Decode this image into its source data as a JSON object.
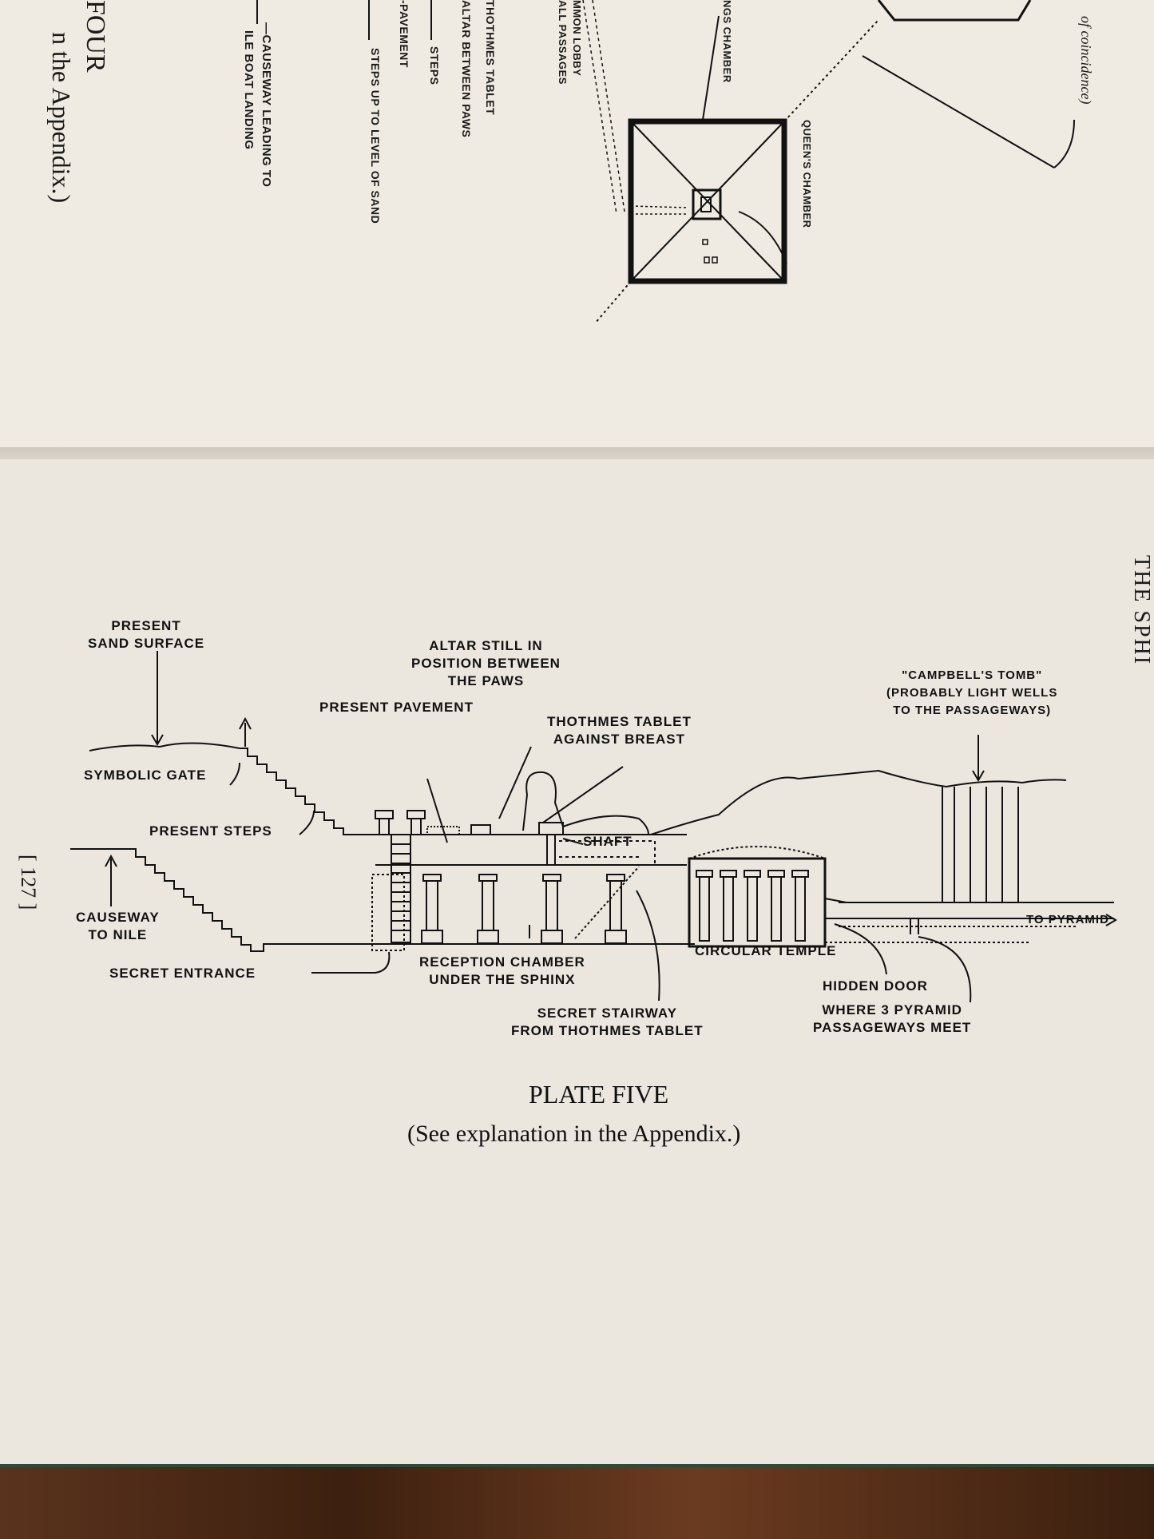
{
  "top_page": {
    "heading": "FOUR",
    "appendix_ref": "n the Appendix.)",
    "legend": [
      "—CAUSEWAY LEADING TO",
      "ILE BOAT LANDING",
      "STEPS UP TO LEVEL OF SAND",
      "-PAVEMENT",
      "STEPS",
      "ALTAR BETWEEN PAWS",
      "THOTHMES TABLET",
      "MMON LOBBY",
      "ALL PASSAGES",
      "NGS CHAMBER",
      "QUEEN'S CHAMBER",
      "of coincidence)"
    ]
  },
  "plate": {
    "title": "PLATE FIVE",
    "subtitle": "(See explanation in the Appendix.)",
    "page_number": "[ 127 ]",
    "running_head": "THE SPHI",
    "labels": {
      "present_sand_surface_1": "PRESENT",
      "present_sand_surface_2": "SAND SURFACE",
      "altar_1": "ALTAR STILL IN",
      "altar_2": "POSITION BETWEEN",
      "altar_3": "THE PAWS",
      "present_pavement": "PRESENT PAVEMENT",
      "thothmes_1": "THOTHMES TABLET",
      "thothmes_2": "AGAINST BREAST",
      "campbell_1": "\"CAMPBELL'S TOMB\"",
      "campbell_2": "(PROBABLY LIGHT WELLS",
      "campbell_3": "TO THE PASSAGEWAYS)",
      "symbolic_gate": "SYMBOLIC GATE",
      "present_steps": "PRESENT STEPS",
      "shaft": "SHAFT",
      "causeway_1": "CAUSEWAY",
      "causeway_2": "TO NILE",
      "to_pyramid": "TO PYRAMID",
      "secret_entrance": "SECRET ENTRANCE",
      "reception_1": "RECEPTION CHAMBER",
      "reception_2": "UNDER THE SPHINX",
      "circular_temple": "CIRCULAR TEMPLE",
      "secret_stairway_1": "SECRET STAIRWAY",
      "secret_stairway_2": "FROM THOTHMES TABLET",
      "hidden_door": "HIDDEN DOOR",
      "where_1": "WHERE 3 PYRAMID",
      "where_2": "PASSAGEWAYS MEET"
    }
  }
}
